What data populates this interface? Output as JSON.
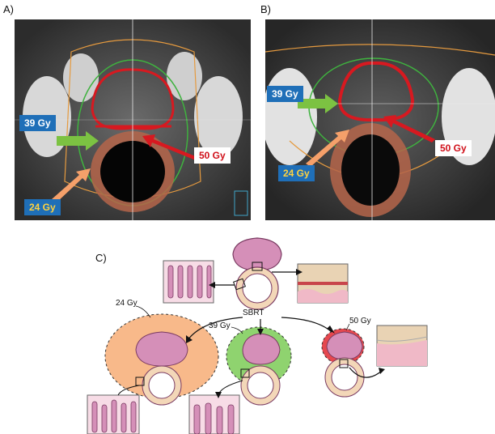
{
  "panels": {
    "a": {
      "label": "A)"
    },
    "b": {
      "label": "B)"
    },
    "c": {
      "label": "C)"
    }
  },
  "scan_a": {
    "label_39": "39 Gy",
    "label_50": "50 Gy",
    "label_24": "24 Gy"
  },
  "scan_b": {
    "label_39": "39 Gy",
    "label_50": "50 Gy",
    "label_24": "24 Gy"
  },
  "diagram": {
    "sbrt": "SBRT",
    "dose_24": "24 Gy",
    "dose_39": "39 Gy",
    "dose_50": "50 Gy"
  },
  "colors": {
    "isodose_50": "#d71920",
    "isodose_39": "#3fb23f",
    "isodose_24": "#e59a3f",
    "rectum_wall": "#b5654a",
    "label_blue": "#1f6fb8",
    "arrow_green": "#7cc242",
    "arrow_orange": "#f5a06a",
    "arrow_red": "#d71920",
    "prostate_pink": "#d58fb8"
  }
}
